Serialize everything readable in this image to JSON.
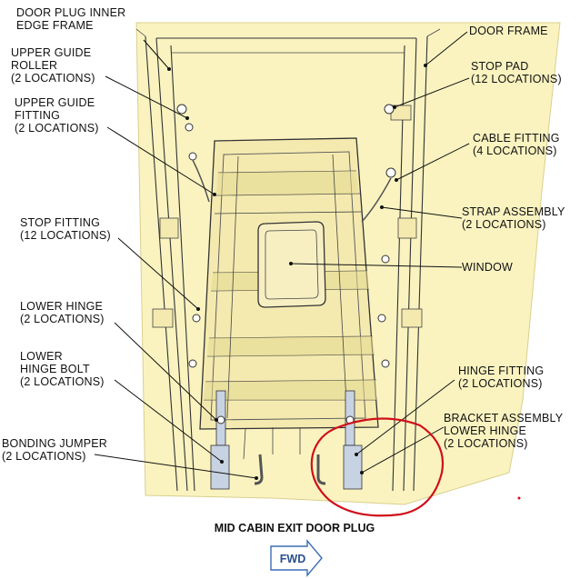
{
  "labels_left": [
    [
      "DOOR PLUG INNER",
      "EDGE FRAME"
    ],
    [
      "UPPER GUIDE",
      "ROLLER",
      "(2 LOCATIONS)"
    ],
    [
      "UPPER GUIDE",
      "FITTING",
      "(2 LOCATIONS)"
    ],
    [
      "STOP FITTING",
      "(12 LOCATIONS)"
    ],
    [
      "LOWER HINGE",
      "(2 LOCATIONS)"
    ],
    [
      "LOWER",
      "HINGE BOLT",
      "(2 LOCATIONS)"
    ],
    [
      "BONDING JUMPER",
      "(2 LOCATIONS)"
    ]
  ],
  "labels_right": [
    [
      "DOOR FRAME"
    ],
    [
      "STOP PAD",
      "(12 LOCATIONS)"
    ],
    [
      "CABLE FITTING",
      "(4 LOCATIONS)"
    ],
    [
      "STRAP ASSEMBLY",
      "(2 LOCATIONS)"
    ],
    [
      "WINDOW"
    ],
    [
      "HINGE FITTING",
      "(2 LOCATIONS)"
    ],
    [
      "BRACKET ASSEMBLY",
      "LOWER HINGE",
      "(2 LOCATIONS)"
    ]
  ],
  "caption": "MID CABIN EXIT DOOR PLUG",
  "fwd_label": "FWD",
  "colors": {
    "background": "#faf3c0",
    "background_edge": "#d9cf8e",
    "plug_fill": "#f4eab0",
    "plug_shade": "#e4d88f",
    "highlight_circle": "#d0101a",
    "arrow_stroke": "#3a6db3",
    "arrow_text": "#2a4f8c"
  }
}
